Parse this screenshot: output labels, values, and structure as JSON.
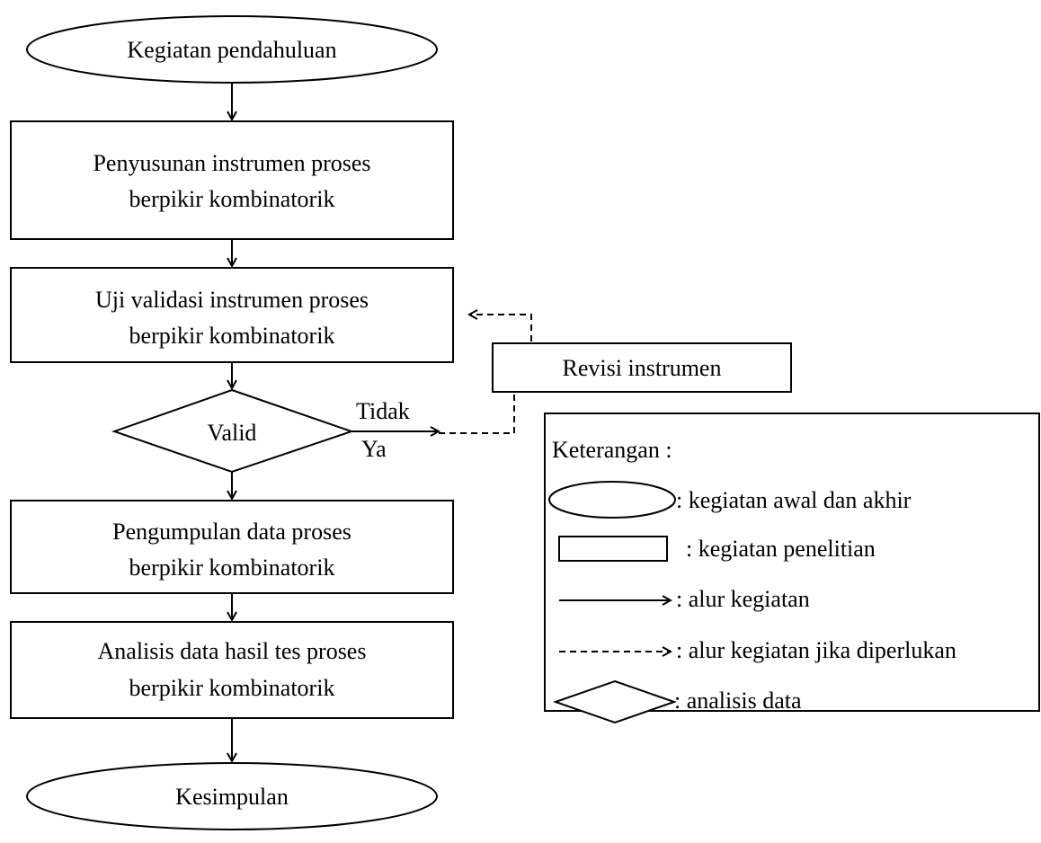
{
  "flow": {
    "start_label": "Kegiatan pendahuluan",
    "step1_line1": "Penyusunan instrumen proses",
    "step1_line2": "berpikir kombinatorik",
    "step2_line1": "Uji validasi instrumen proses",
    "step2_line2": "berpikir kombinatorik",
    "decision_label": "Valid",
    "no_label": "Tidak",
    "yes_label": "Ya",
    "revision_label": "Revisi  instrumen",
    "step3_line1": "Pengumpulan data proses",
    "step3_line2": "berpikir kombinatorik",
    "step4_line1": "Analisis data hasil tes proses",
    "step4_line2": "berpikir kombinatorik",
    "end_label": "Kesimpulan"
  },
  "legend": {
    "title": "Keterangan :",
    "oval_desc": ": kegiatan awal dan akhir",
    "rect_desc": ": kegiatan penelitian",
    "arrow_desc": ": alur kegiatan",
    "dashed_desc": ": alur kegiatan jika diperlukan",
    "diamond_desc": ": analisis data"
  }
}
